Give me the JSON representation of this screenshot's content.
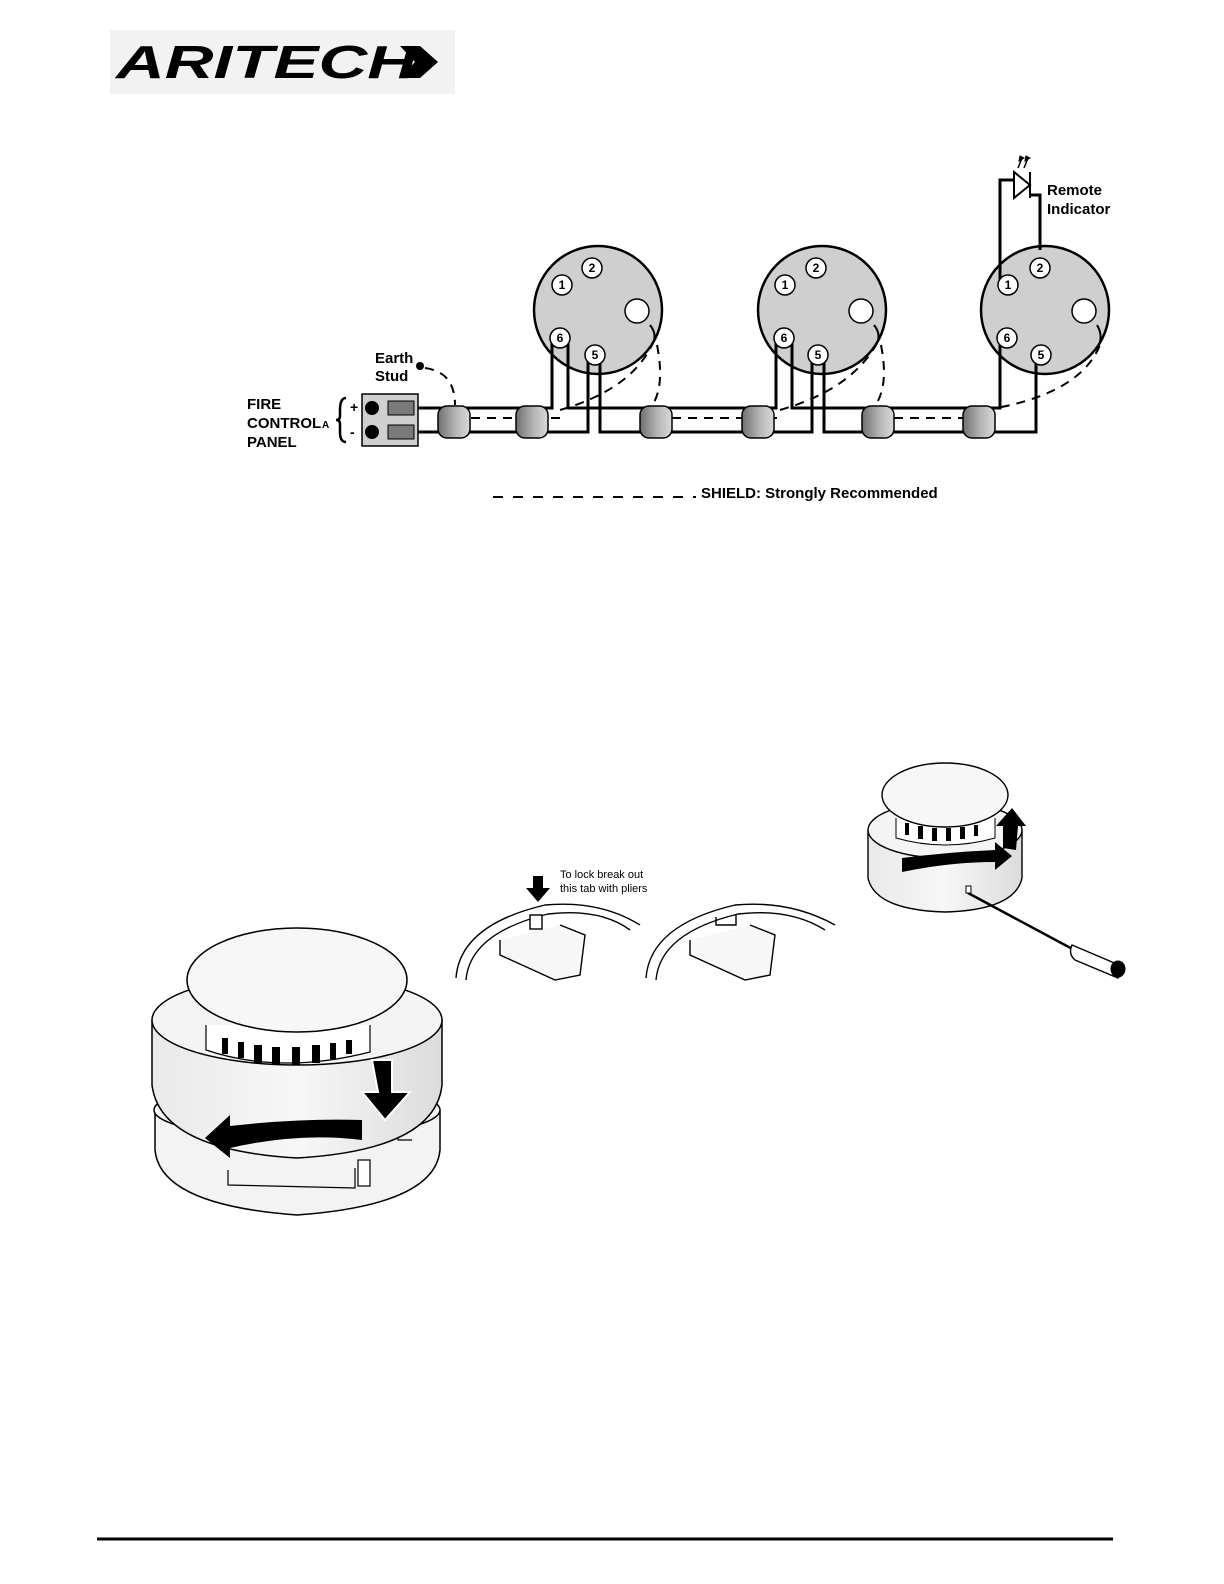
{
  "logo": {
    "text": "ARITECH"
  },
  "wiring": {
    "earth_stud": [
      "Earth",
      "Stud"
    ],
    "panel": [
      "FIRE",
      "CONTROL",
      "PANEL"
    ],
    "panel_letter": "A",
    "plus": "+",
    "minus": "-",
    "remote_indicator": [
      "Remote",
      "Indicator"
    ],
    "legend": "SHIELD: Strongly Recommended",
    "pins": {
      "p1": "1",
      "p2": "2",
      "p5": "5",
      "p6": "6"
    }
  },
  "install": {
    "tab_note": [
      "To lock break out",
      "this tab with pliers"
    ]
  }
}
